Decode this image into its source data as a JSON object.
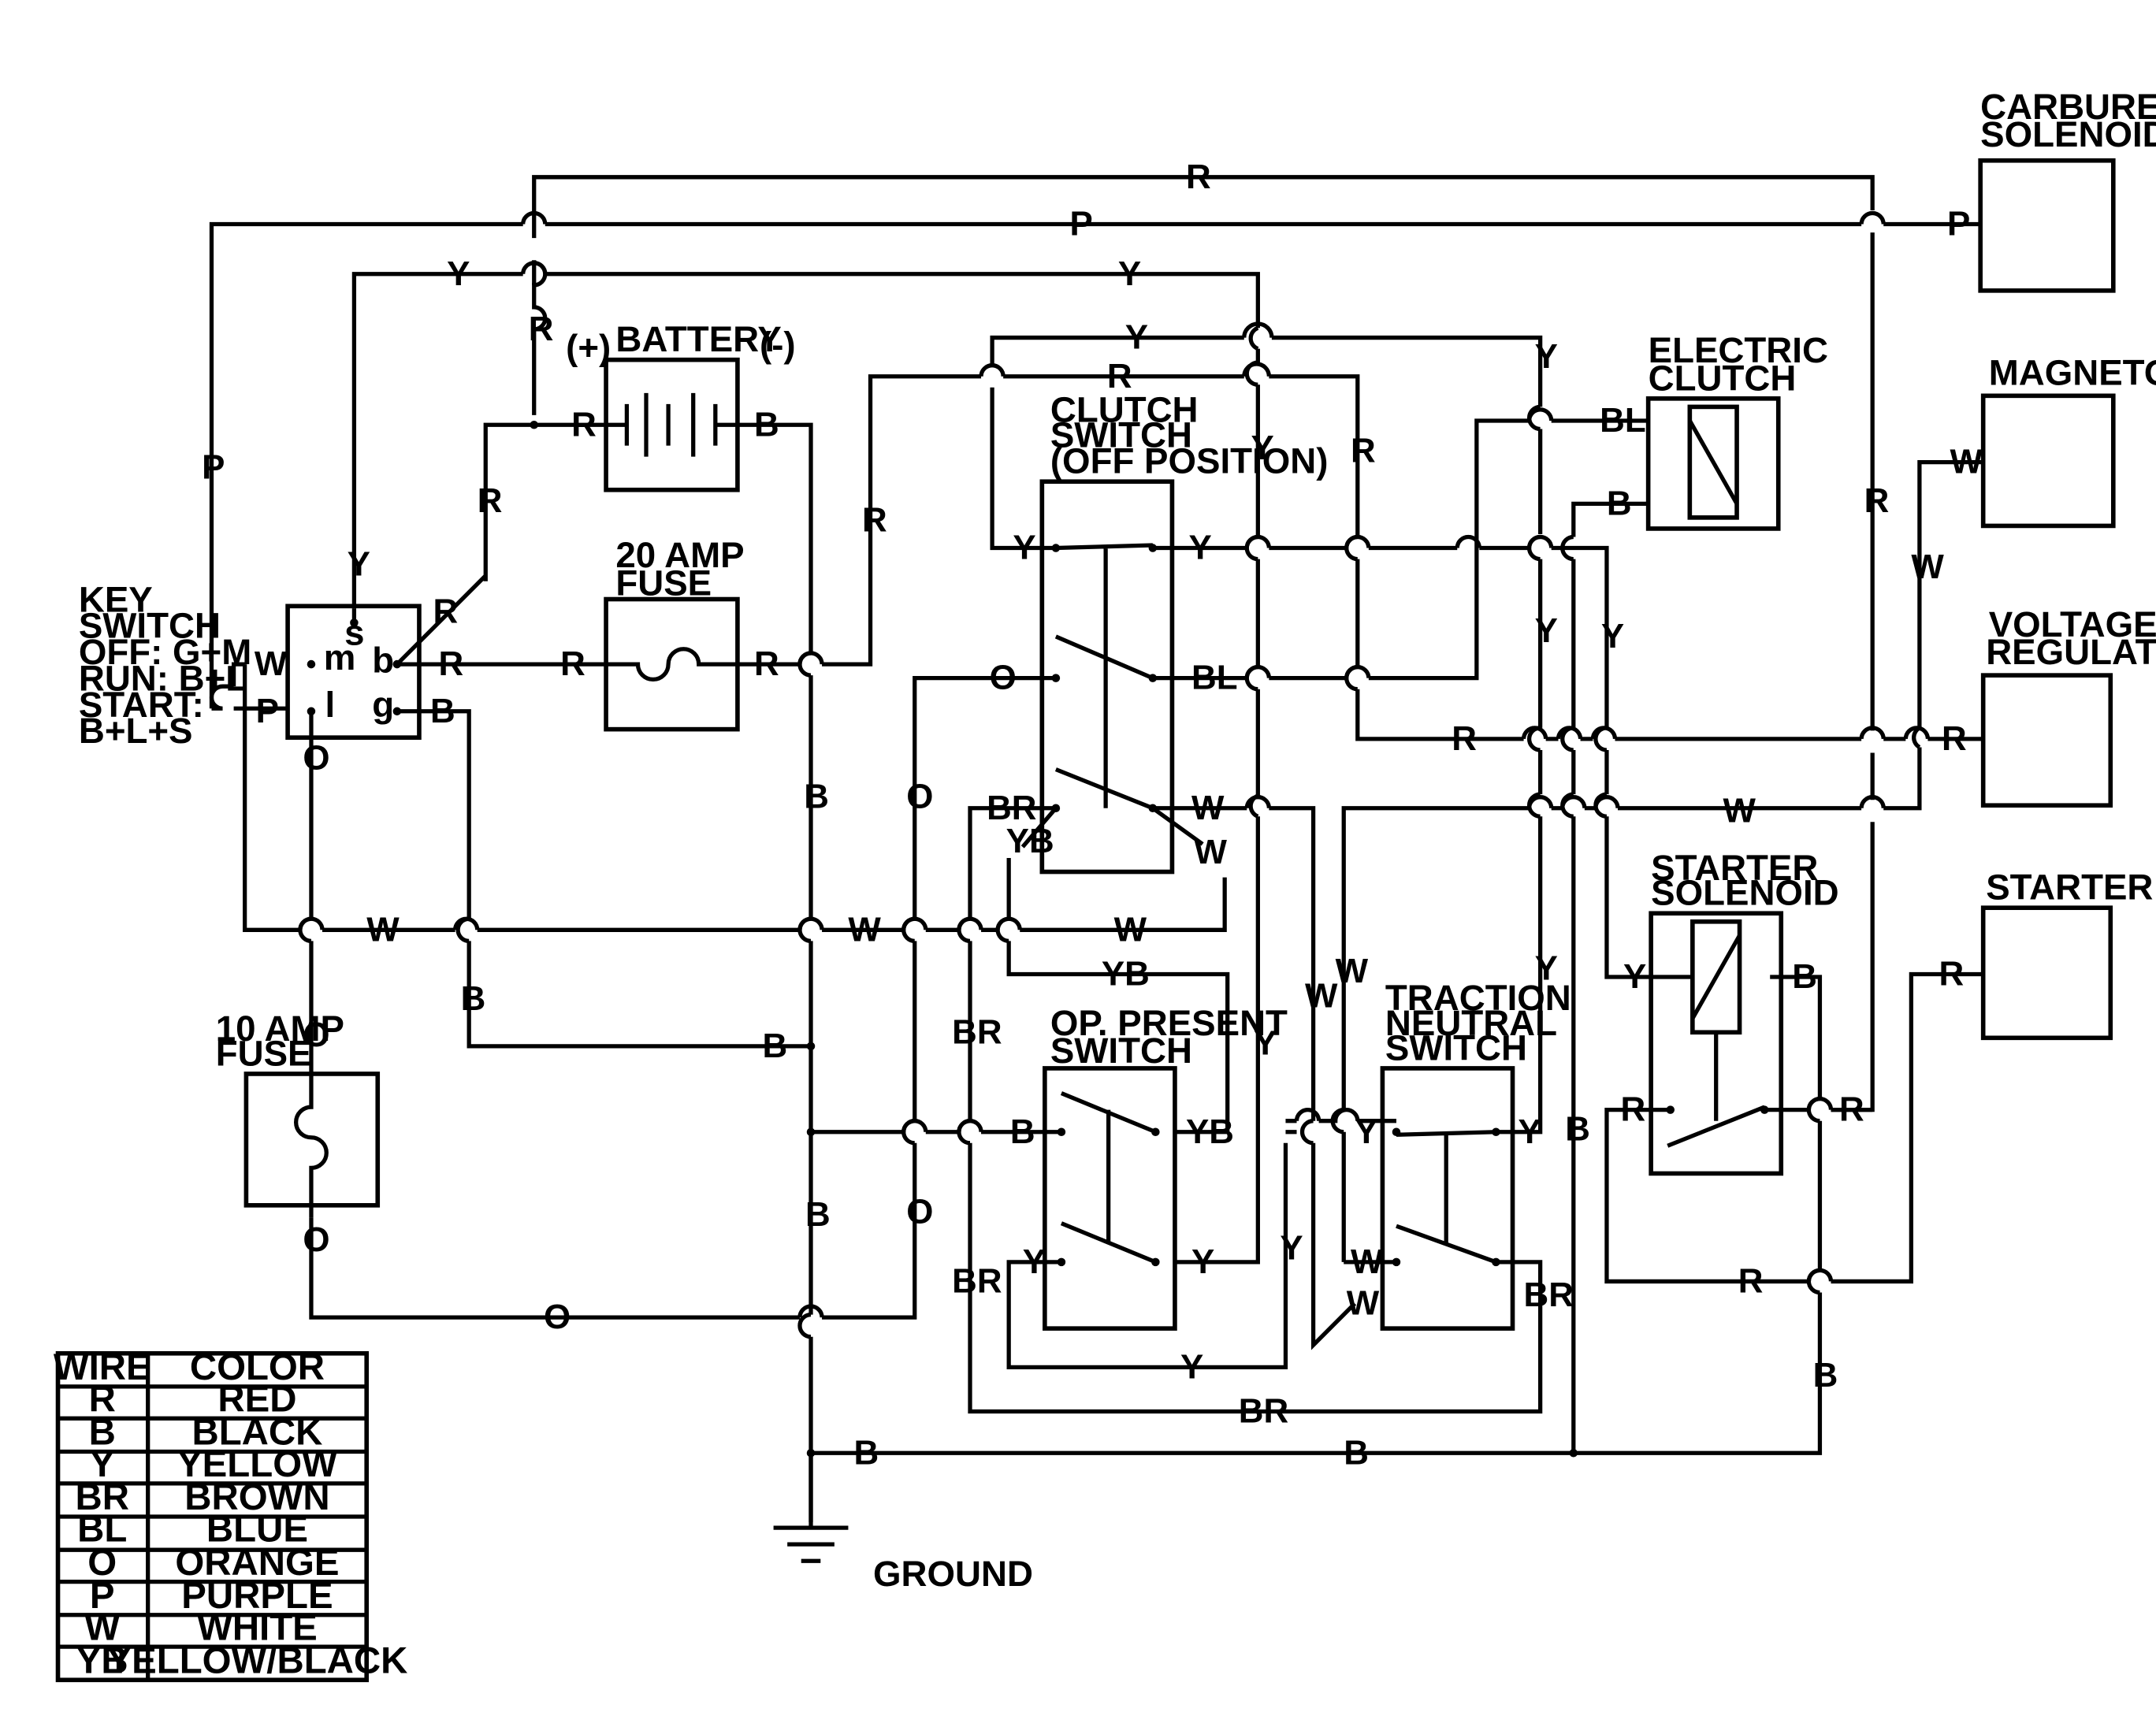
{
  "components": {
    "carburetor_solenoid": [
      "CARBURETOR",
      "SOLENOID"
    ],
    "magneto": [
      "MAGNETO"
    ],
    "voltage_regulator": [
      "VOLTAGE",
      "REGULATOR"
    ],
    "starter": [
      "STARTER"
    ],
    "battery": "BATTERY",
    "battery_pos": "(+)",
    "battery_neg": "(-)",
    "fuse20": [
      "20 AMP",
      "FUSE"
    ],
    "fuse10": [
      "10 AMP",
      "FUSE"
    ],
    "key_switch": [
      "KEY",
      "SWITCH",
      "OFF: G+M",
      "RUN: B+L",
      "START:",
      "B+L+S"
    ],
    "key_terminals": {
      "s": "s",
      "m": "m",
      "b": "b",
      "l": "l",
      "g": "g"
    },
    "clutch_switch": [
      "CLUTCH",
      "SWITCH",
      "(OFF POSITION)"
    ],
    "electric_clutch": [
      "ELECTRIC",
      "CLUTCH"
    ],
    "op_present_switch": [
      "OP. PRESENT",
      "SWITCH"
    ],
    "traction_neutral_switch": [
      "TRACTION",
      "NEUTRAL",
      "SWITCH"
    ],
    "starter_solenoid": [
      "STARTER",
      "SOLENOID"
    ],
    "ground": "GROUND"
  },
  "wire_labels": {
    "R": "R",
    "P": "P",
    "Y": "Y",
    "B": "B",
    "W": "W",
    "O": "O",
    "BR": "BR",
    "BL": "BL",
    "YB": "YB"
  },
  "legend": {
    "headers": [
      "WIRE",
      "COLOR"
    ],
    "rows": [
      [
        "R",
        "RED"
      ],
      [
        "B",
        "BLACK"
      ],
      [
        "Y",
        "YELLOW"
      ],
      [
        "BR",
        "BROWN"
      ],
      [
        "BL",
        "BLUE"
      ],
      [
        "O",
        "ORANGE"
      ],
      [
        "P",
        "PURPLE"
      ],
      [
        "W",
        "WHITE"
      ],
      [
        "YB",
        "YELLOW/BLACK"
      ]
    ]
  }
}
